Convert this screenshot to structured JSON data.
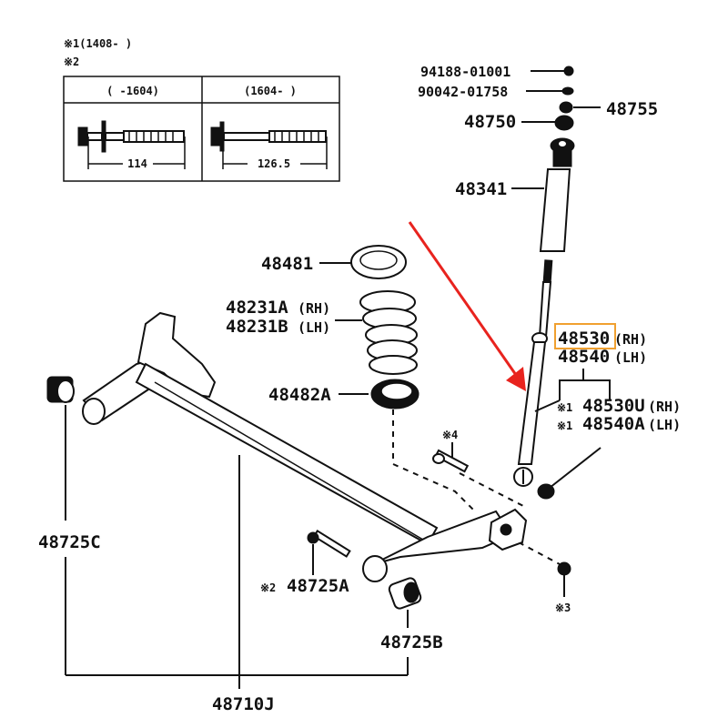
{
  "title": "Rear suspension parts diagram",
  "notes": {
    "note1": "※1(1408-     )",
    "note2": "※2"
  },
  "bolt_table": {
    "columns": [
      {
        "header": "(     -1604)",
        "length": "114"
      },
      {
        "header": "(1604-     )",
        "length": "126.5"
      }
    ]
  },
  "parts": {
    "p94188": "94188-01001",
    "p90042": "90042-01758",
    "p48755": "48755",
    "p48750": "48750",
    "p48341": "48341",
    "p48481": "48481",
    "p48231a": "48231A",
    "p48231a_side": "(RH)",
    "p48231b": "48231B",
    "p48231b_side": "(LH)",
    "p48482a": "48482A",
    "p48530": "48530",
    "p48530_side": "(RH)",
    "p48540": "48540",
    "p48540_side": "(LH)",
    "p48530u_mark": "※1",
    "p48530u": "48530U",
    "p48530u_side": "(RH)",
    "p48540a_mark": "※1",
    "p48540a": "48540A",
    "p48540a_side": "(LH)",
    "mark4": "※4",
    "p48725c": "48725C",
    "p48725a_mark": "※2",
    "p48725a": "48725A",
    "mark3": "※3",
    "p48725b": "48725B",
    "p48710j": "48710J"
  },
  "highlight": {
    "part": "48530",
    "box_color": "#f0a030",
    "arrow_color": "#e8231e"
  }
}
